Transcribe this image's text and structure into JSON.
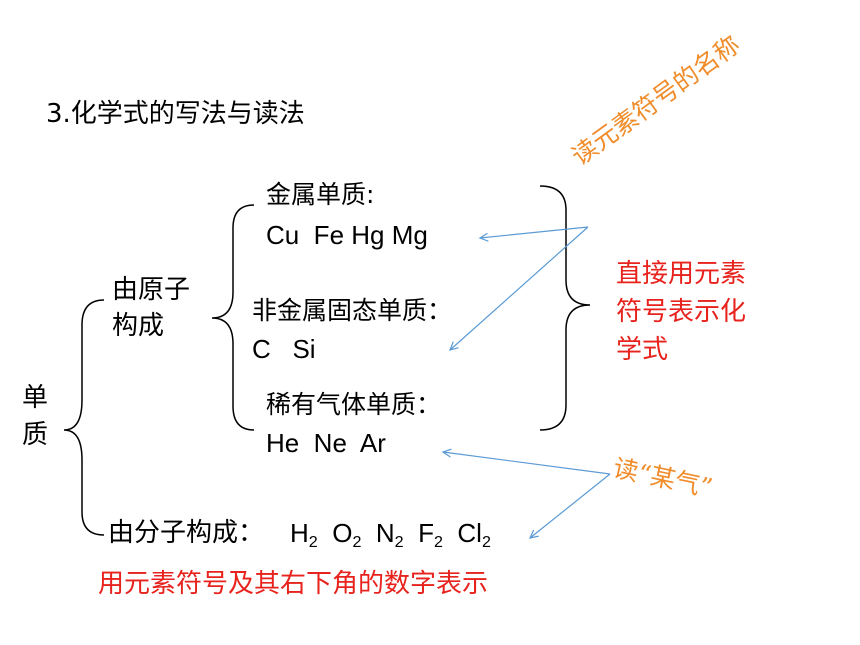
{
  "title": "3.化学式的写法与读法",
  "root": {
    "line1": "单",
    "line2": "质"
  },
  "atom_branch": {
    "label_line1": "由原子",
    "label_line2": "构成",
    "metal": {
      "label": "金属单质:",
      "examples": "Cu  Fe Hg Mg"
    },
    "nonmetal": {
      "label": "非金属固态单质：",
      "examples": "C   Si"
    },
    "noble": {
      "label": "稀有气体单质：",
      "examples": "He  Ne  Ar"
    }
  },
  "molecule_branch": {
    "label": "由分子构成：",
    "formulas": [
      {
        "symbol": "H",
        "sub": "2"
      },
      {
        "symbol": "O",
        "sub": "2"
      },
      {
        "symbol": "N",
        "sub": "2"
      },
      {
        "symbol": "F",
        "sub": "2"
      },
      {
        "symbol": "Cl",
        "sub": "2"
      }
    ],
    "note": "用元素符号及其右下角的数字表示"
  },
  "right_notes": {
    "direct": {
      "line1": "直接用元素",
      "line2": "符号表示化",
      "line3": "学式"
    },
    "read_symbol": "读元素符号的名称",
    "read_gas": "读“某气”"
  },
  "colors": {
    "red": "#e8221c",
    "orange": "#f08c2a",
    "arrow": "#5b9bd5",
    "bracket": "#000000"
  }
}
